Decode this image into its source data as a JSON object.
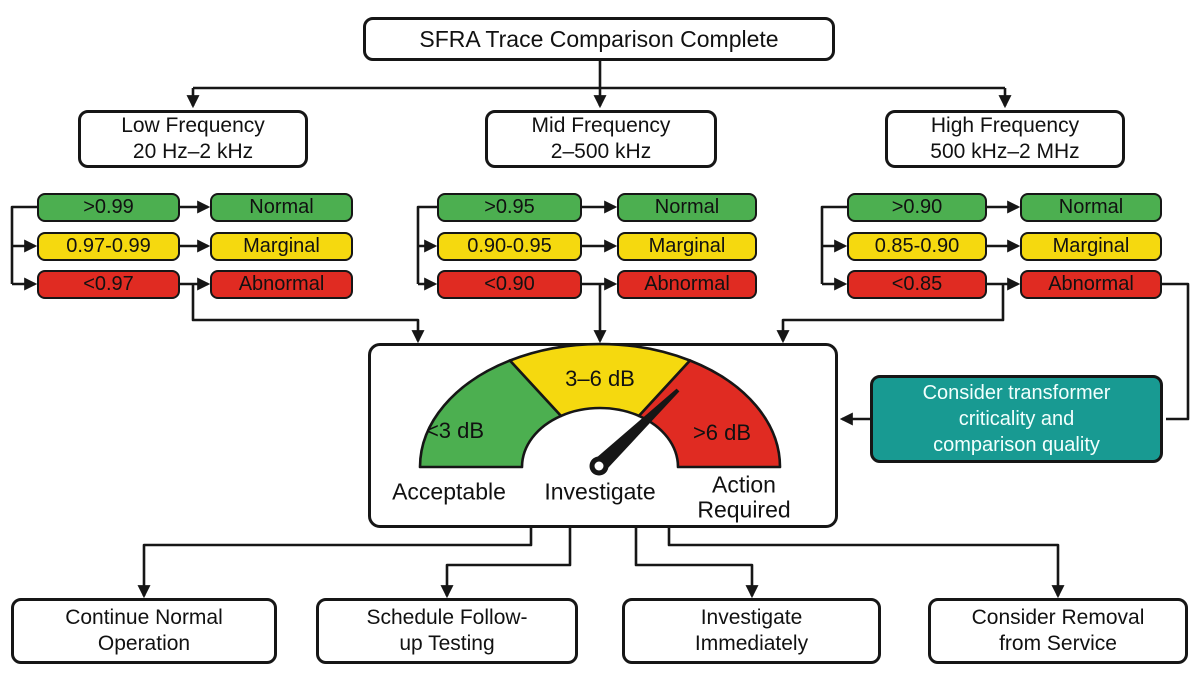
{
  "colors": {
    "green": "#4caf50",
    "yellow": "#f5d90f",
    "red": "#e02b22",
    "teal": "#189a92"
  },
  "title": "SFRA Trace Comparison Complete",
  "bands": [
    {
      "label_line1": "Low Frequency",
      "label_line2": "20 Hz–2 kHz",
      "rows": [
        {
          "threshold": ">0.99",
          "status": "Normal"
        },
        {
          "threshold": "0.97-0.99",
          "status": "Marginal"
        },
        {
          "threshold": "<0.97",
          "status": "Abnormal"
        }
      ]
    },
    {
      "label_line1": "Mid Frequency",
      "label_line2": "2–500 kHz",
      "rows": [
        {
          "threshold": ">0.95",
          "status": "Normal"
        },
        {
          "threshold": "0.90-0.95",
          "status": "Marginal"
        },
        {
          "threshold": "<0.90",
          "status": "Abnormal"
        }
      ]
    },
    {
      "label_line1": "High Frequency",
      "label_line2": "500 kHz–2 MHz",
      "rows": [
        {
          "threshold": ">0.90",
          "status": "Normal"
        },
        {
          "threshold": "0.85-0.90",
          "status": "Marginal"
        },
        {
          "threshold": "<0.85",
          "status": "Abnormal"
        }
      ]
    }
  ],
  "gauge": {
    "green_range": "<3 dB",
    "yellow_range": "3–6 dB",
    "red_range": ">6 dB",
    "green_verdict": "Acceptable",
    "yellow_verdict": "Investigate",
    "red_verdict_line1": "Action",
    "red_verdict_line2": "Required"
  },
  "note": {
    "line1": "Consider transformer",
    "line2": "criticality and",
    "line3": "comparison quality"
  },
  "outcomes": [
    {
      "line1": "Continue Normal",
      "line2": "Operation"
    },
    {
      "line1": "Schedule Follow-",
      "line2": "up Testing"
    },
    {
      "line1": "Investigate",
      "line2": "Immediately"
    },
    {
      "line1": "Consider Removal",
      "line2": "from Service"
    }
  ]
}
